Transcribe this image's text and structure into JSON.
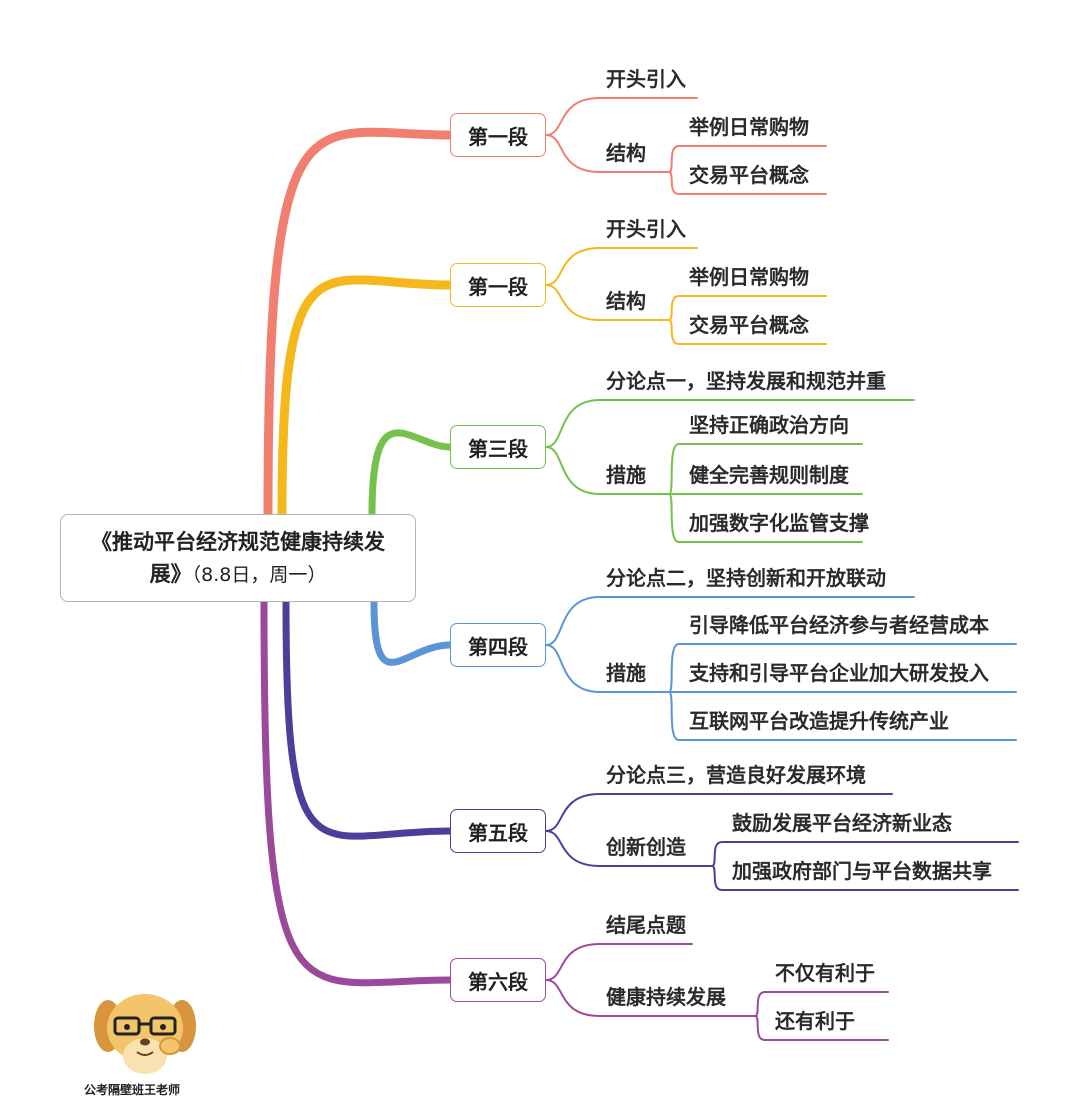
{
  "root": {
    "line1": "《推动平台经济规范健康持续发",
    "line2": "展》",
    "line2_suffix": "（8.8日，周一）"
  },
  "sections": [
    {
      "title": "第一段",
      "color": "#f07f6f",
      "intro": "开头引入",
      "group": "结构",
      "items": [
        "举例日常购物",
        "交易平台概念"
      ]
    },
    {
      "title": "第一段",
      "color": "#f5b81c",
      "intro": "开头引入",
      "group": "结构",
      "items": [
        "举例日常购物",
        "交易平台概念"
      ]
    },
    {
      "title": "第三段",
      "color": "#74c24b",
      "intro": "分论点一，坚持发展和规范并重",
      "group": "措施",
      "items": [
        "坚持正确政治方向",
        "健全完善规则制度",
        "加强数字化监管支撑"
      ]
    },
    {
      "title": "第四段",
      "color": "#5b95d6",
      "intro": "分论点二，坚持创新和开放联动",
      "group": "措施",
      "items": [
        "引导降低平台经济参与者经营成本",
        "支持和引导平台企业加大研发投入",
        "互联网平台改造提升传统产业"
      ]
    },
    {
      "title": "第五段",
      "color": "#4b3f9a",
      "intro": "分论点三，营造良好发展环境",
      "group": "创新创造",
      "items": [
        "鼓励发展平台经济新业态",
        "加强政府部门与平台数据共享"
      ]
    },
    {
      "title": "第六段",
      "color": "#9b4a9a",
      "intro": "结尾点题",
      "group": "健康持续发展",
      "items": [
        "不仅有利于",
        "还有利于"
      ]
    }
  ],
  "mascot": {
    "caption": "公考隔壁班王老师"
  }
}
